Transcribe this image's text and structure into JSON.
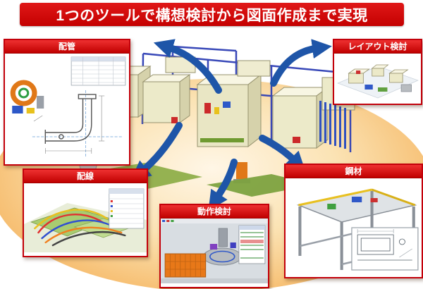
{
  "banner": {
    "title": "1つのツールで構想検討から図面作成まで実現"
  },
  "callouts": {
    "piping": {
      "label": "配管"
    },
    "layout_study": {
      "label": "レイアウト検討"
    },
    "wiring": {
      "label": "配線"
    },
    "motion_study": {
      "label": "動作検討"
    },
    "steel": {
      "label": "鋼材"
    }
  },
  "colors": {
    "banner_red": "#d40000",
    "panel_border_red": "#c3000a",
    "arrow_blue": "#1e55a8",
    "background_orange": "#f1a349"
  }
}
